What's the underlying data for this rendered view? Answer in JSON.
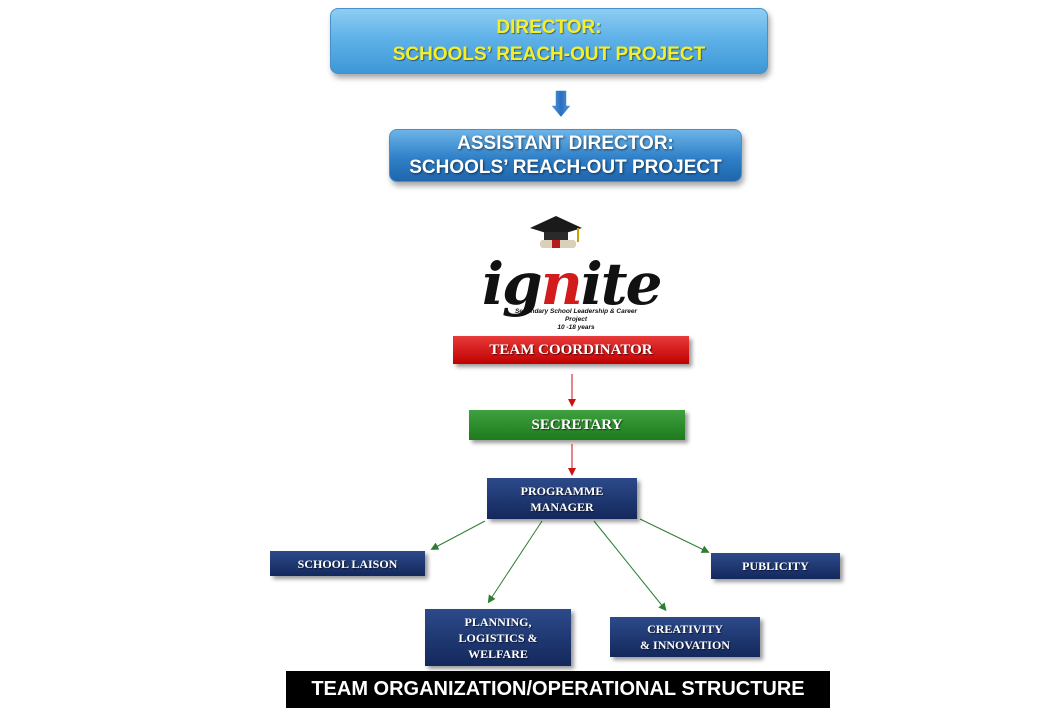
{
  "director": {
    "line1": "DIRECTOR:",
    "line2": "SCHOOLS’ REACH-OUT PROJECT"
  },
  "assistant_director": {
    "line1": "ASSISTANT DIRECTOR:",
    "line2": "SCHOOLS’ REACH-OUT PROJECT"
  },
  "logo": {
    "word_part1": "ig",
    "word_red": "n",
    "word_part2": "ite",
    "subtitle": "Secondary School Leadership & Career Project",
    "age_range": "10 -18 years"
  },
  "org": {
    "team_coordinator": "TEAM COORDINATOR",
    "secretary": "SECRETARY",
    "programme_manager_line1": "PROGRAMME",
    "programme_manager_line2": "MANAGER",
    "school_laison": "SCHOOL LAISON",
    "publicity": "PUBLICITY",
    "planning_line1": "PLANNING,",
    "planning_line2": "LOGISTICS  &",
    "planning_line3": "WELFARE",
    "creativity_line1": "CREATIVITY",
    "creativity_line2": "& INNOVATION"
  },
  "caption": "TEAM ORGANIZATION/OPERATIONAL STRUCTURE",
  "colors": {
    "director_text": "#f5ef2a",
    "coordinator": "#c00000",
    "secretary": "#1d7a1d",
    "navy": "#14285c",
    "red_arrow": "#cc1111",
    "green_arrow": "#2e7d32"
  }
}
